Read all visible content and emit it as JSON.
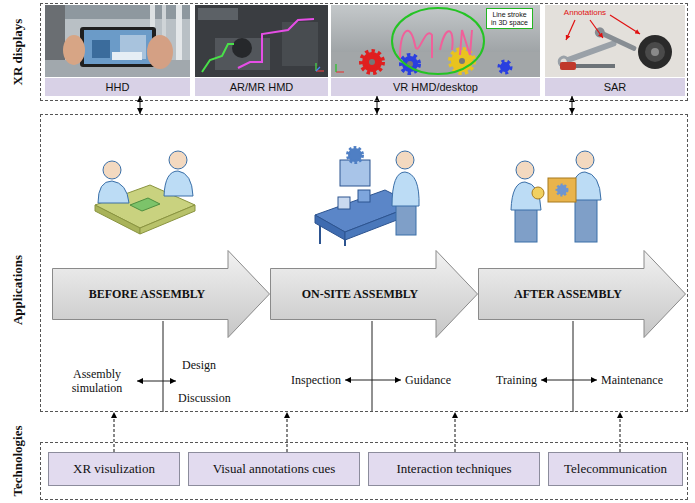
{
  "diagram": {
    "nodes": [
      {
        "text": [
          "XR displays"
        ]
      },
      {
        "text": [
          "HHD"
        ],
        "in": 0
      },
      {
        "text": [
          "AR/MR HMD"
        ],
        "in": 0
      },
      {
        "text": [
          "VR HMD/desktop"
        ],
        "in": 0
      },
      {
        "text": [
          "Line stroke in 3D space"
        ],
        "in": 0
      },
      {
        "text": [
          "SAR"
        ],
        "in": 0
      },
      {
        "text": [
          "Applications"
        ]
      },
      {
        "text": [
          "BEFORE ASSEMBLY"
        ],
        "in": 6
      },
      {
        "text": [
          "ON-SITE ASSEMBLY"
        ],
        "in": 6
      },
      {
        "text": [
          "AFTER ASSEMBLY"
        ],
        "in": 6
      },
      {
        "text": [
          "Technologies"
        ]
      },
      {
        "text": [
          "XR visulization"
        ],
        "in": 10
      },
      {
        "text": [
          "Visual annotations cues"
        ],
        "in": 10
      },
      {
        "text": [
          "Interaction techniques"
        ],
        "in": 10
      },
      {
        "text": [
          "Telecommunication"
        ],
        "in": 10
      }
    ],
    "edges": [
      {
        "from": 1,
        "to": 6,
        "arrow": "both"
      },
      {
        "from": 3,
        "to": 6,
        "arrow": "both"
      },
      {
        "from": 5,
        "to": 6,
        "arrow": "both"
      },
      {
        "from": 11,
        "to": 6,
        "arrow": "to"
      },
      {
        "from": 12,
        "to": 6,
        "arrow": "to"
      },
      {
        "from": 13,
        "to": 6,
        "arrow": "to"
      },
      {
        "from": 14,
        "to": 6,
        "arrow": "to"
      }
    ],
    "labels": [
      "Annotations",
      "Assembly simulation",
      "Design",
      "Discussion",
      "Inspection",
      "Guidance",
      "Training",
      "Maintenance"
    ]
  }
}
